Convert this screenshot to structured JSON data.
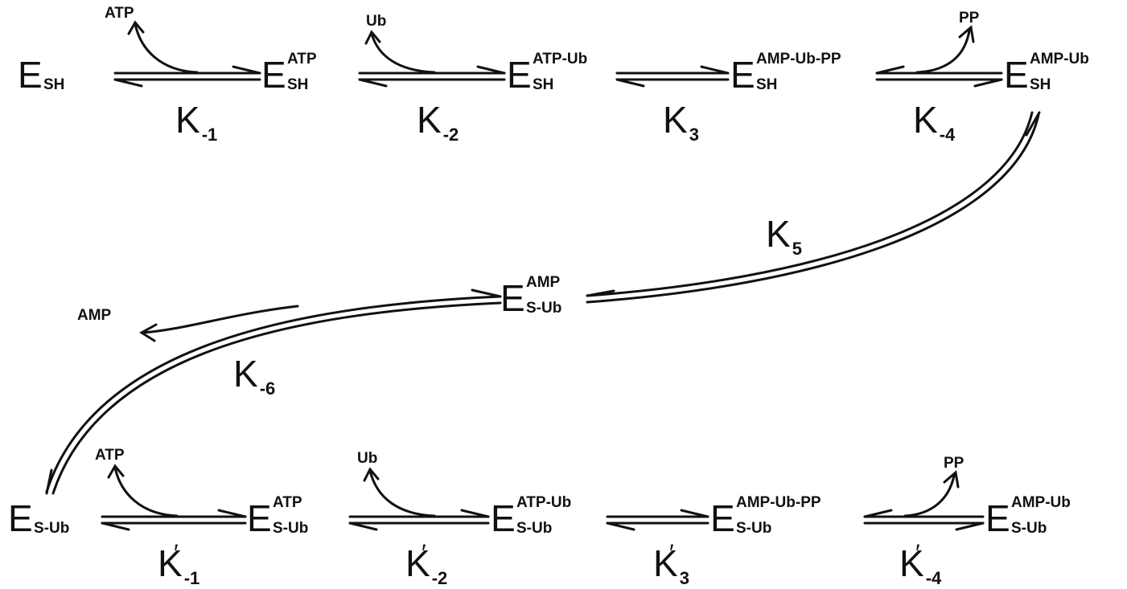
{
  "colors": {
    "ink": "#111111",
    "background": "#ffffff"
  },
  "row1": {
    "species": [
      {
        "base": "E",
        "sub": "SH",
        "sup": ""
      },
      {
        "base": "E",
        "sub": "SH",
        "sup": "ATP"
      },
      {
        "base": "E",
        "sub": "SH",
        "sup": "ATP-Ub"
      },
      {
        "base": "E",
        "sub": "SH",
        "sup": "AMP-Ub-PP"
      },
      {
        "base": "E",
        "sub": "SH",
        "sup": "AMP-Ub"
      }
    ],
    "constants": [
      {
        "base": "K",
        "sub": "-1",
        "prime": ""
      },
      {
        "base": "K",
        "sub": "-2",
        "prime": ""
      },
      {
        "base": "K",
        "sub": "3",
        "prime": ""
      },
      {
        "base": "K",
        "sub": "-4",
        "prime": ""
      }
    ],
    "reagents": [
      "ATP",
      "Ub",
      "PP"
    ]
  },
  "middle": {
    "species": {
      "base": "E",
      "sub": "S-Ub",
      "sup": "AMP"
    },
    "constants": [
      {
        "base": "K",
        "sub": "5",
        "prime": ""
      },
      {
        "base": "K",
        "sub": "-6",
        "prime": ""
      }
    ],
    "reagents": [
      "AMP"
    ]
  },
  "row2": {
    "species": [
      {
        "base": "E",
        "sub": "S-Ub",
        "sup": ""
      },
      {
        "base": "E",
        "sub": "S-Ub",
        "sup": "ATP"
      },
      {
        "base": "E",
        "sub": "S-Ub",
        "sup": "ATP-Ub"
      },
      {
        "base": "E",
        "sub": "S-Ub",
        "sup": "AMP-Ub-PP"
      },
      {
        "base": "E",
        "sub": "S-Ub",
        "sup": "AMP-Ub"
      }
    ],
    "constants": [
      {
        "base": "K",
        "sub": "-1",
        "prime": "′"
      },
      {
        "base": "K",
        "sub": "-2",
        "prime": "′"
      },
      {
        "base": "K",
        "sub": "3",
        "prime": "′"
      },
      {
        "base": "K",
        "sub": "-4",
        "prime": "′"
      }
    ],
    "reagents": [
      "ATP",
      "Ub",
      "PP"
    ]
  }
}
